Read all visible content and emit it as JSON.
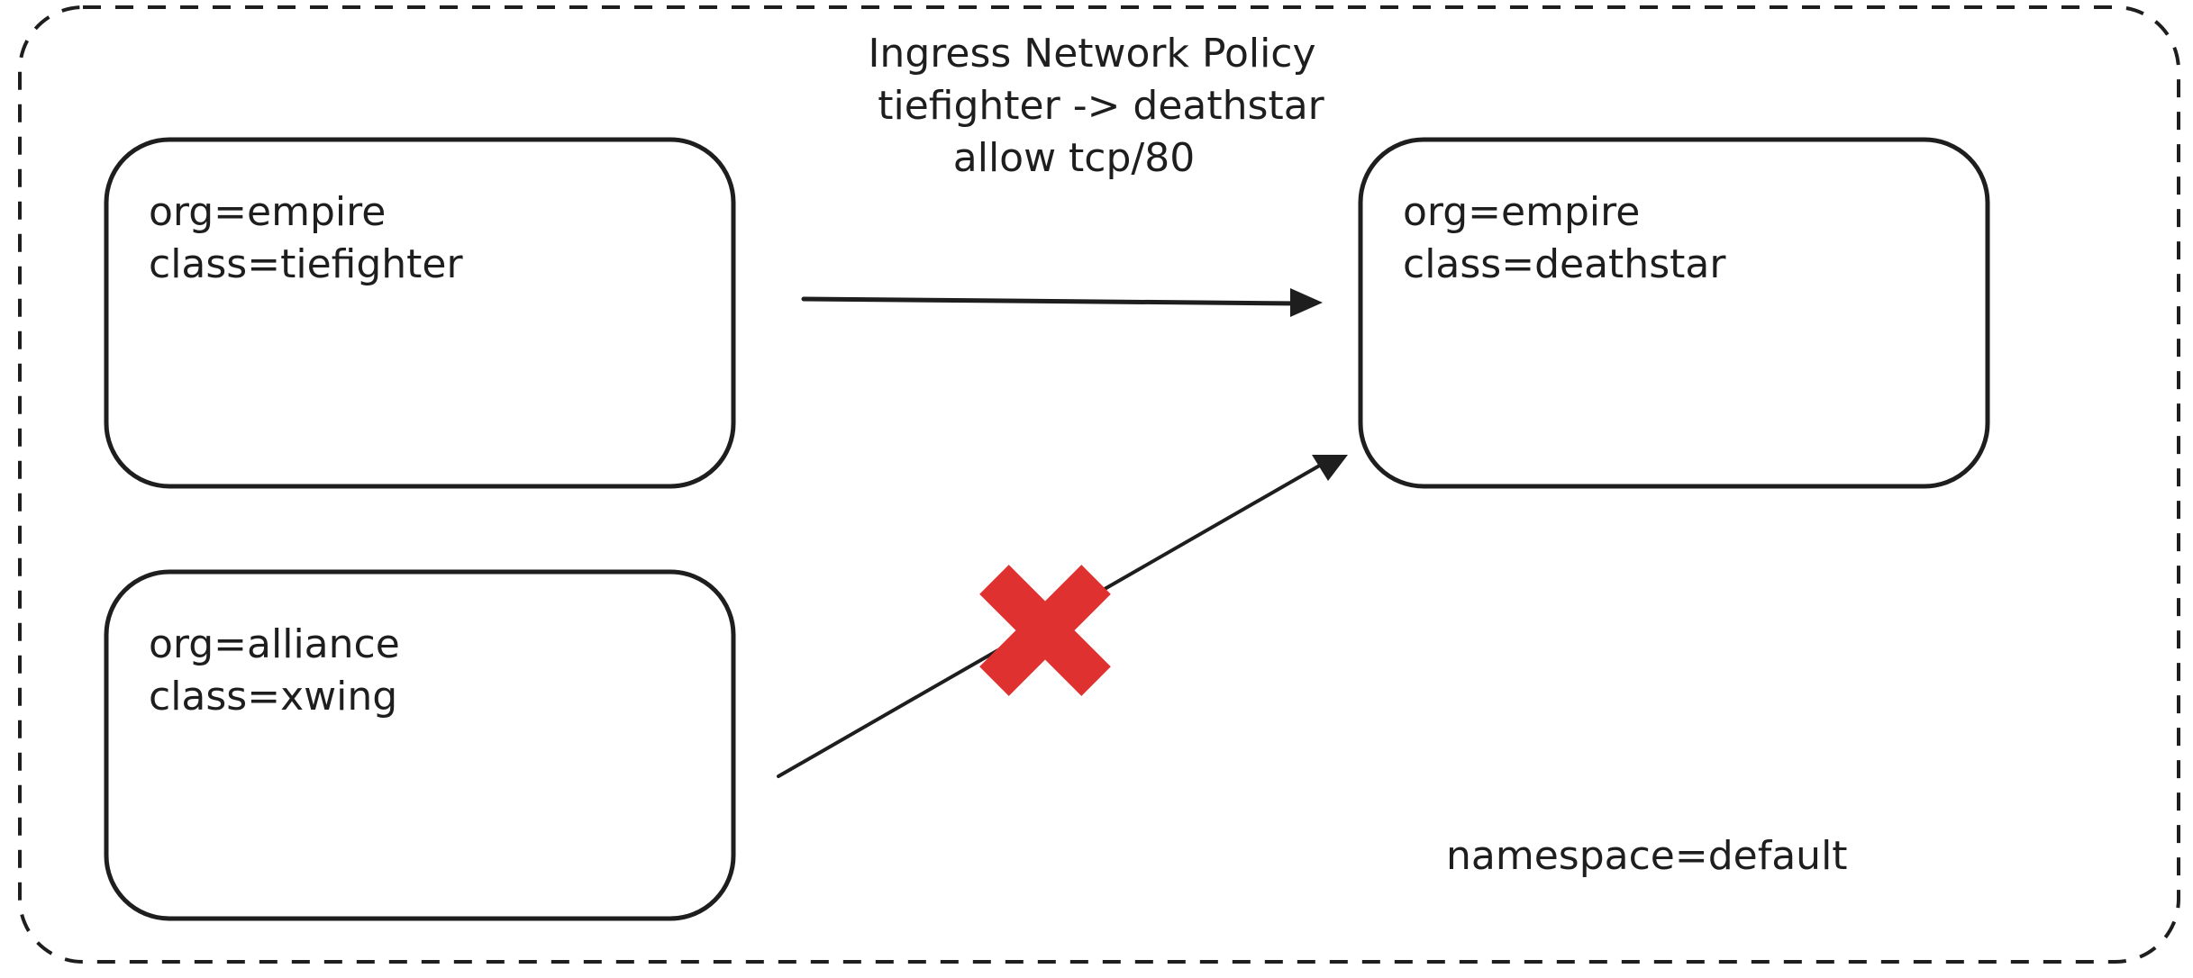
{
  "policy": {
    "lines": [
      "Ingress Network Policy",
      "tiefighter -> deathstar",
      "allow tcp/80"
    ]
  },
  "pods": [
    {
      "lines": [
        "org=empire",
        "class=tiefighter"
      ]
    },
    {
      "lines": [
        "org=alliance",
        "class=xwing"
      ]
    },
    {
      "lines": [
        "org=empire",
        "class=deathstar"
      ]
    }
  ],
  "namespace": {
    "label": "namespace=default"
  },
  "connections": [
    {
      "from": "class=tiefighter",
      "to": "class=deathstar",
      "status": "allowed"
    },
    {
      "from": "class=xwing",
      "to": "class=deathstar",
      "status": "blocked"
    }
  ],
  "colors": {
    "stroke": "#1e1e1e",
    "blocked": "#e03131",
    "background": "#ffffff"
  }
}
